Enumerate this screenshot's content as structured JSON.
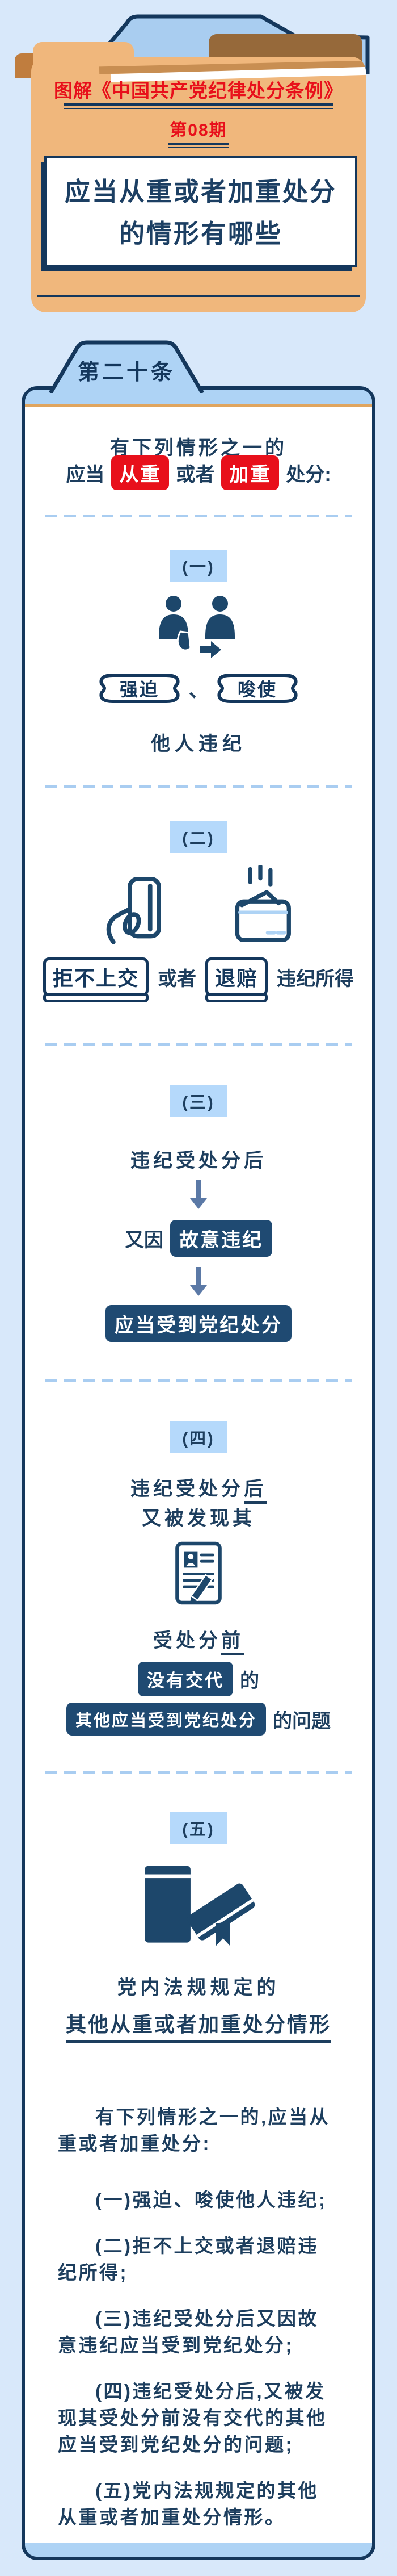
{
  "colors": {
    "page_bg": "#d8e8fa",
    "navy": "#14375c",
    "text_navy": "#1d3e5e",
    "red": "#e8101b",
    "panel_blue": "#aed3f5",
    "badge_blue": "#b5d9fb",
    "orange_line": "#e0a55e",
    "folder_tan": "#f0b77c",
    "folder_brown": "#96693a",
    "pill_navy": "#1f4a72",
    "arrow_steel": "#5b79a6",
    "dash_blue": "#a9cdf1"
  },
  "header": {
    "series_title": "图解《中国共产党纪律处分条例》",
    "issue": "第08期",
    "card_title_line1": "应当从重或者加重处分",
    "card_title_line2": "的情形有哪些"
  },
  "article_tab": "第二十条",
  "intro": {
    "line1": "有下列情形之一的",
    "pre": "应当",
    "chip1": "从重",
    "mid": "或者",
    "chip2": "加重",
    "post": "处分:"
  },
  "section1": {
    "num": "(一)",
    "icon": "coerce-people-icon",
    "box1": "强迫",
    "sep": "、",
    "box2": "唆使",
    "caption": "他人违纪"
  },
  "section2": {
    "num": "(二)",
    "icon_left": "hand-holding-card-icon",
    "icon_right": "refund-wallet-icon",
    "box1": "拒不上交",
    "mid": "或者",
    "box2": "退赔",
    "caption": "违纪所得"
  },
  "section3": {
    "num": "(三)",
    "line1": "违纪受处分后",
    "line2_pre": "又因",
    "pill1": "故意违纪",
    "pill2": "应当受到党纪处分"
  },
  "section4": {
    "num": "(四)",
    "icon": "confession-document-icon",
    "line1_pre": "违纪受处分",
    "line1_em": "后",
    "line2": "又被发现其",
    "line3_pre": "受处分",
    "line3_em": "前",
    "pill1": "没有交代",
    "line4_suffix": "的",
    "pill2": "其他应当受到党纪处分",
    "line5_suffix": "的问题"
  },
  "section5": {
    "num": "(五)",
    "icon": "rulebooks-icon",
    "line1": "党内法规规定的",
    "line2": "其他从重或者加重处分情形"
  },
  "summary": {
    "para": "有下列情形之一的,应当从重或者加重处分:",
    "items": [
      "(一)强迫、唆使他人违纪;",
      "(二)拒不上交或者退赔违纪所得;",
      "(三)违纪受处分后又因故意违纪应当受到党纪处分;",
      "(四)违纪受处分后,又被发现其受处分前没有交代的其他应当受到党纪处分的问题;",
      "(五)党内法规规定的其他从重或者加重处分情形。"
    ]
  }
}
